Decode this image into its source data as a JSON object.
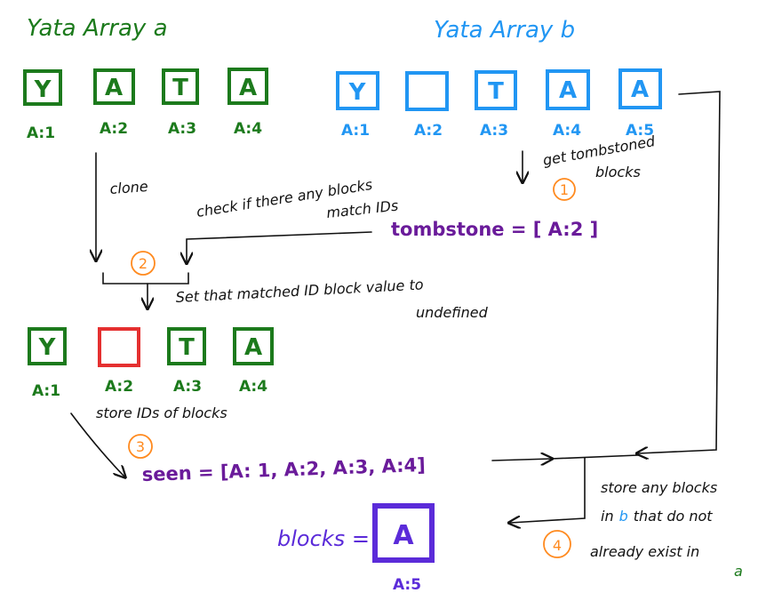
{
  "colors": {
    "green": "#1c7a1c",
    "blue": "#2196f3",
    "red": "#e53030",
    "purple": "#6a1b9a",
    "violet": "#5b2bd9",
    "orange": "#ff8a1f",
    "ink": "#111111"
  },
  "array_a": {
    "title": "Yata Array a",
    "blocks": [
      {
        "char": "Y",
        "label": "A:1"
      },
      {
        "char": "A",
        "label": "A:2"
      },
      {
        "char": "T",
        "label": "A:3"
      },
      {
        "char": "A",
        "label": "A:4"
      }
    ]
  },
  "array_b": {
    "title": "Yata Array b",
    "blocks": [
      {
        "char": "Y",
        "label": "A:1"
      },
      {
        "char": "",
        "label": "A:2"
      },
      {
        "char": "T",
        "label": "A:3"
      },
      {
        "char": "A",
        "label": "A:4"
      },
      {
        "char": "A",
        "label": "A:5"
      }
    ]
  },
  "array_result": {
    "blocks": [
      {
        "char": "Y",
        "label": "A:1"
      },
      {
        "char": "",
        "label": "A:2"
      },
      {
        "char": "T",
        "label": "A:3"
      },
      {
        "char": "A",
        "label": "A:4"
      }
    ]
  },
  "notes": {
    "clone": "clone",
    "get_tombstoned_1": "get tombstoned",
    "get_tombstoned_2": "blocks",
    "check_1": "check if there any blocks",
    "check_2": "match IDs",
    "tombstone": "tombstone = [ A:2 ]",
    "set_1": "Set that matched ID block value to",
    "set_2": "undefined",
    "store_ids": "store IDs of blocks",
    "seen": "seen = [A: 1, A:2, A:3, A:4]",
    "store_any_1": "store any blocks",
    "store_any_2a": "in",
    "store_any_2b": "b",
    "store_any_2c": "that do not",
    "store_any_3": "already exist in",
    "store_any_4": "a",
    "blocks_label": "blocks =",
    "blocks_char": "A",
    "blocks_id": "A:5"
  },
  "steps": [
    "1",
    "2",
    "3",
    "4"
  ]
}
